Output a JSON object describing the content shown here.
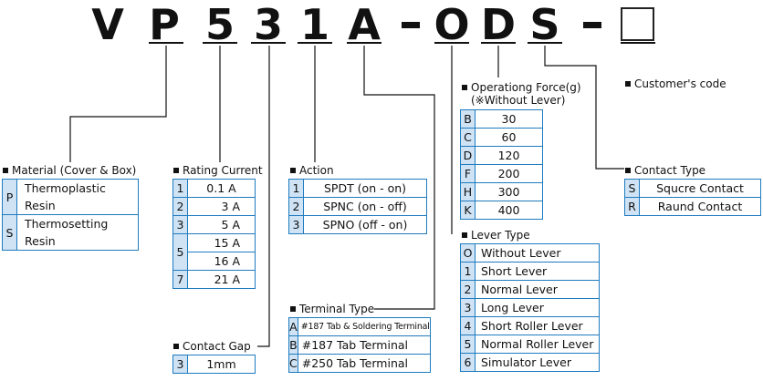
{
  "code": {
    "characters": [
      "V",
      "P",
      "5",
      "3",
      "1",
      "A",
      "-",
      "O",
      "D",
      "S",
      "-"
    ],
    "customer_label": "Customer's code"
  },
  "material": {
    "title": "Material (Cover & Box)",
    "rows": [
      {
        "key": "P",
        "value": "Thermoplastic  Resin"
      },
      {
        "key": "S",
        "value": "Thermosetting  Resin"
      }
    ]
  },
  "rating_current": {
    "title": "Rating Current",
    "rows": [
      {
        "key": "1",
        "value": "0.1 A"
      },
      {
        "key": "2",
        "value": "3 A"
      },
      {
        "key": "3",
        "value": "5 A"
      },
      {
        "key": "5",
        "values": [
          "15 A",
          "16 A"
        ]
      },
      {
        "key": "7",
        "value": "21 A"
      }
    ]
  },
  "contact_gap": {
    "title": "Contact Gap",
    "rows": [
      {
        "key": "3",
        "value": "1mm"
      }
    ]
  },
  "action": {
    "title": "Action",
    "rows": [
      {
        "key": "1",
        "value": "SPDT (on - on)"
      },
      {
        "key": "2",
        "value": "SPNC (on - off)"
      },
      {
        "key": "3",
        "value": "SPNO (off - on)"
      }
    ]
  },
  "terminal_type": {
    "title": "Terminal Type",
    "rows": [
      {
        "key": "A",
        "value": "#187 Tab & Soldering Terminal"
      },
      {
        "key": "B",
        "value": "#187 Tab Terminal"
      },
      {
        "key": "C",
        "value": "#250 Tab Terminal"
      }
    ]
  },
  "operating_force": {
    "title": "Operationg Force(g)",
    "subtitle": "(※Without Lever)",
    "rows": [
      {
        "key": "B",
        "value": "30"
      },
      {
        "key": "C",
        "value": "60"
      },
      {
        "key": "D",
        "value": "120"
      },
      {
        "key": "F",
        "value": "200"
      },
      {
        "key": "H",
        "value": "300"
      },
      {
        "key": "K",
        "value": "400"
      }
    ]
  },
  "lever_type": {
    "title": "Lever Type",
    "rows": [
      {
        "key": "O",
        "value": "Without Lever"
      },
      {
        "key": "1",
        "value": "Short Lever"
      },
      {
        "key": "2",
        "value": "Normal Lever"
      },
      {
        "key": "3",
        "value": "Long Lever"
      },
      {
        "key": "4",
        "value": "Short Roller Lever"
      },
      {
        "key": "5",
        "value": "Normal Roller Lever"
      },
      {
        "key": "6",
        "value": "Simulator Lever"
      }
    ]
  },
  "contact_type": {
    "title": "Contact Type",
    "rows": [
      {
        "key": "S",
        "value": "Squcre Contact"
      },
      {
        "key": "R",
        "value": "Raund Contact"
      }
    ]
  },
  "colors": {
    "key_cell": "#cfe3f5",
    "border": "#1e7bbf",
    "text": "#111111"
  }
}
